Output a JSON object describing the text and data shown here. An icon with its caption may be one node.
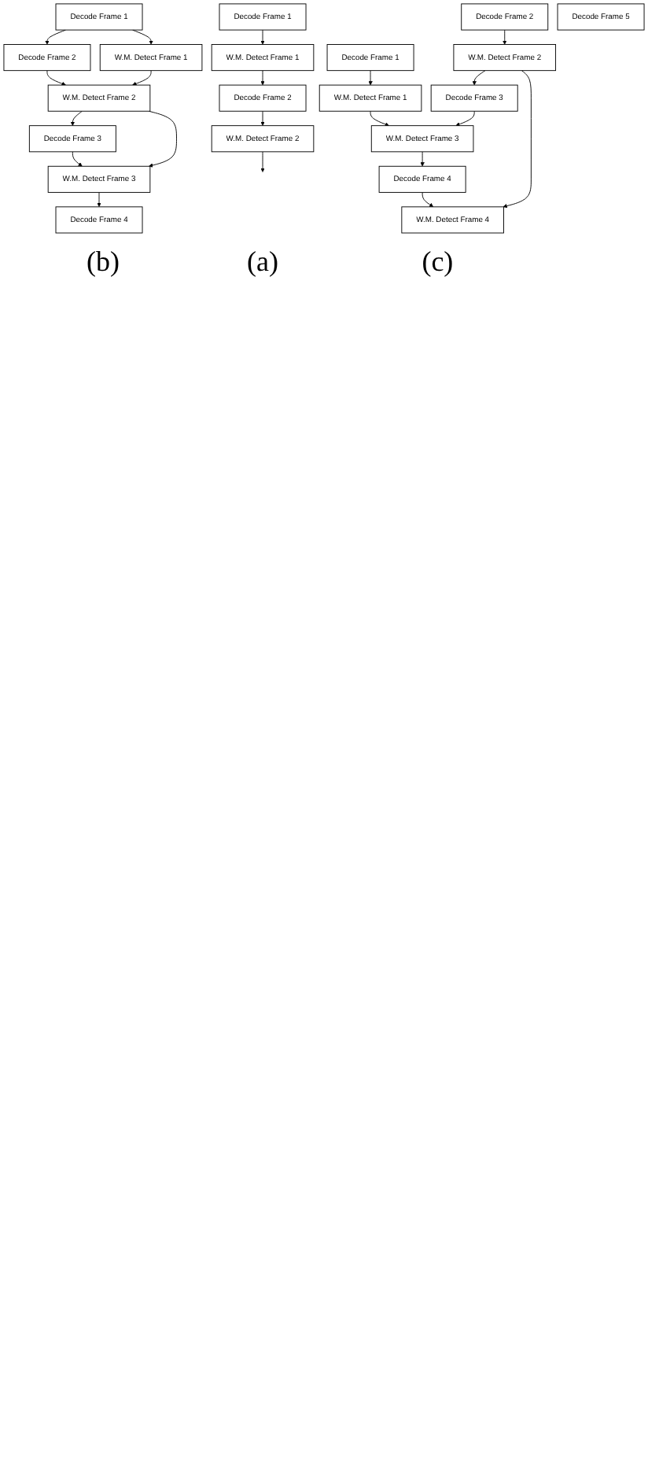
{
  "diagram": {
    "nodes": [
      {
        "text": [
          "Decode Frame 1"
        ]
      },
      {
        "text": [
          "W.M. Detect Frame 1"
        ]
      },
      {
        "text": [
          "Decode Frame 2"
        ]
      },
      {
        "text": [
          "W.M. Detect Frame 2"
        ]
      },
      {
        "text": [
          "Decode Frame 1"
        ]
      },
      {
        "text": [
          "Decode Frame 2"
        ]
      },
      {
        "text": [
          "W.M. Detect Frame 1"
        ]
      },
      {
        "text": [
          "Decode Frame 3"
        ]
      },
      {
        "text": [
          "W.M. Detect Frame 2"
        ]
      },
      {
        "text": [
          "Decode Frame 4"
        ]
      },
      {
        "text": [
          "W.M. Detect Frame 3"
        ]
      },
      {
        "text": [
          "Decode Frame 1"
        ]
      },
      {
        "text": [
          "Decode Frame 2"
        ]
      },
      {
        "text": [
          "W.M. Detect Frame 1"
        ]
      },
      {
        "text": [
          "Decode Frame 3"
        ]
      },
      {
        "text": [
          "W.M. Detect Frame 2"
        ]
      },
      {
        "text": [
          "Decode Frame 4"
        ]
      },
      {
        "text": [
          "W.M. Detect Frame 3"
        ]
      },
      {
        "text": [
          "Decode Frame 5"
        ]
      },
      {
        "text": [
          "W.M. Detect Frame 4"
        ]
      }
    ],
    "edges": [
      {
        "from": 0,
        "to": 1,
        "arrow": "to"
      },
      {
        "from": 1,
        "to": 2,
        "arrow": "to"
      },
      {
        "from": 2,
        "to": 3,
        "arrow": "to"
      },
      {
        "from": 3,
        "to": null,
        "arrow": "to"
      },
      {
        "from": 4,
        "to": 5,
        "arrow": "to"
      },
      {
        "from": 4,
        "to": 6,
        "arrow": "to"
      },
      {
        "from": 5,
        "to": 8,
        "arrow": "to"
      },
      {
        "from": 6,
        "to": 8,
        "arrow": "to"
      },
      {
        "from": 8,
        "to": 7,
        "arrow": "to"
      },
      {
        "from": 7,
        "to": 10,
        "arrow": "to"
      },
      {
        "from": 8,
        "to": 10,
        "arrow": "to"
      },
      {
        "from": 10,
        "to": 9,
        "arrow": "to"
      },
      {
        "from": 11,
        "to": 13,
        "arrow": "to"
      },
      {
        "from": 12,
        "to": 15,
        "arrow": "to"
      },
      {
        "from": 15,
        "to": 14,
        "arrow": "to"
      },
      {
        "from": 13,
        "to": 17,
        "arrow": "to"
      },
      {
        "from": 14,
        "to": 17,
        "arrow": "to"
      },
      {
        "from": 17,
        "to": 16,
        "arrow": "to"
      },
      {
        "from": 16,
        "to": 19,
        "arrow": "to"
      },
      {
        "from": 15,
        "to": 19,
        "arrow": "to"
      }
    ],
    "labels": [
      "(a)",
      "(b)",
      "(c)"
    ]
  }
}
